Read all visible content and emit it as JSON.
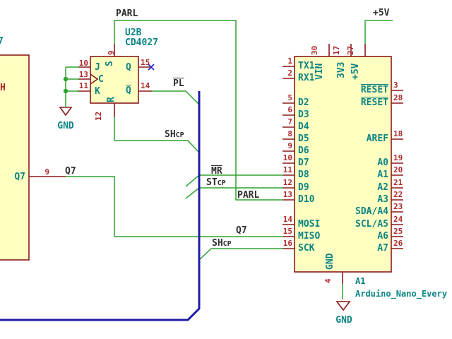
{
  "colors": {
    "wire": "#2EA22E",
    "bus": "#1C1CA6",
    "outline": "#8B1A1A",
    "pin_number": "#AF2B2B",
    "pin_name": "#0D8484",
    "label": "#2E2E2E",
    "fill": "#FFFFC2",
    "nc": "#2323CC"
  },
  "net_labels": {
    "parl_top": "PARL",
    "plus5v": "+5V",
    "pl": "PL",
    "shcp_upper_main": "SH",
    "shcp_upper_sub": "CP",
    "mr": "MR",
    "stcp_main": "ST",
    "stcp_sub": "CP",
    "parl_mid": "PARL",
    "q7_left": "Q7",
    "q7_mid": "Q7",
    "shcp_lower_main": "SH",
    "shcp_lower_sub": "CP"
  },
  "power": {
    "gnd_left": "GND",
    "gnd_right": "GND"
  },
  "left_ic": {
    "value_fragment": "7",
    "inner_label_h": "H",
    "pin_q7": {
      "num": "9",
      "name": "Q7"
    }
  },
  "flipflop": {
    "ref": "U2B",
    "value": "CD4027",
    "pins": {
      "j": {
        "num": "10",
        "name": "J"
      },
      "clk": {
        "num": "13",
        "name": "C"
      },
      "k": {
        "num": "11",
        "name": "K"
      },
      "set": {
        "num": "9",
        "name": "S"
      },
      "reset": {
        "num": "12",
        "name": "R"
      },
      "q": {
        "num": "15",
        "name": "Q"
      },
      "qbar": {
        "num": "14",
        "name": "Q"
      }
    }
  },
  "arduino": {
    "ref": "A1",
    "value": "Arduino_Nano_Every",
    "left_pins": [
      {
        "num": "1",
        "name": "TX1"
      },
      {
        "num": "2",
        "name": "RX1"
      },
      {
        "num": "5",
        "name": "D2"
      },
      {
        "num": "6",
        "name": "D3"
      },
      {
        "num": "7",
        "name": "D4"
      },
      {
        "num": "8",
        "name": "D5"
      },
      {
        "num": "9",
        "name": "D6"
      },
      {
        "num": "10",
        "name": "D7"
      },
      {
        "num": "11",
        "name": "D8"
      },
      {
        "num": "12",
        "name": "D9"
      },
      {
        "num": "13",
        "name": "D10"
      },
      {
        "num": "14",
        "name": "MOSI"
      },
      {
        "num": "15",
        "name": "MISO"
      },
      {
        "num": "16",
        "name": "SCK"
      }
    ],
    "right_pins": [
      {
        "num": "3",
        "name": "RESET"
      },
      {
        "num": "28",
        "name": "RESET"
      },
      {
        "num": "18",
        "name": "AREF"
      },
      {
        "num": "19",
        "name": "A0"
      },
      {
        "num": "20",
        "name": "A1"
      },
      {
        "num": "21",
        "name": "A2"
      },
      {
        "num": "22",
        "name": "A3"
      },
      {
        "num": "23",
        "name": "SDA/A4"
      },
      {
        "num": "24",
        "name": "SCL/A5"
      },
      {
        "num": "25",
        "name": "A6"
      },
      {
        "num": "26",
        "name": "A7"
      }
    ],
    "top_pins": [
      {
        "num": "30",
        "name": "VIN"
      },
      {
        "num": "17",
        "name": "3V3"
      },
      {
        "num": "27",
        "name": "+5V"
      }
    ],
    "bottom_pin": {
      "num": "4",
      "name": "GND"
    }
  }
}
